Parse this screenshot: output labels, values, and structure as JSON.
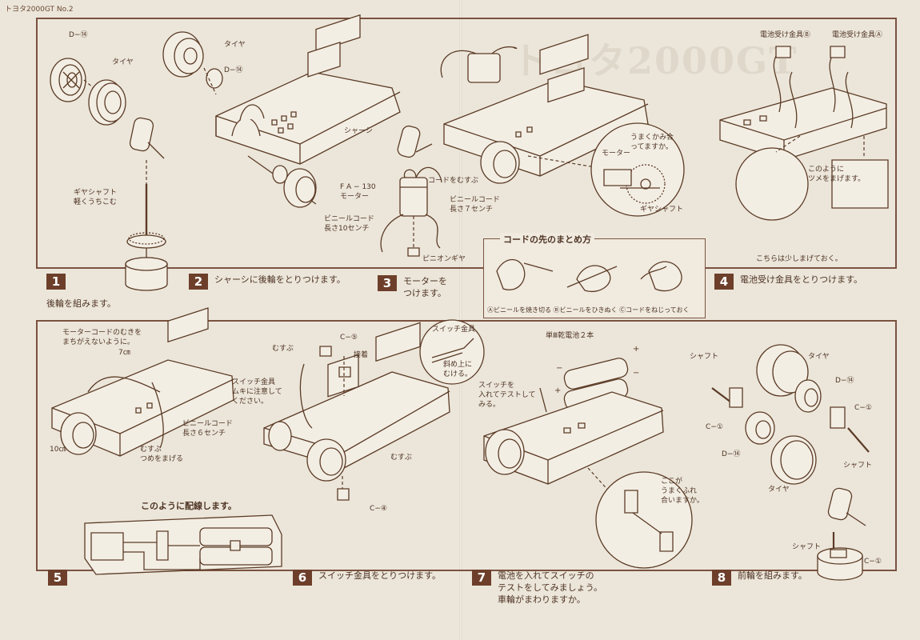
{
  "header": {
    "title": "トヨタ2000GT No.2"
  },
  "watermark": "トヨタ2000GT",
  "steps": [
    {
      "num": "1",
      "text": "後輪を組みます。"
    },
    {
      "num": "2",
      "text": "シャーシに後輪をとりつけます。"
    },
    {
      "num": "3",
      "text": "モーターを\nつけます。"
    },
    {
      "num": "4",
      "text": "電池受け金具をとりつけます。"
    },
    {
      "num": "5",
      "text": ""
    },
    {
      "num": "6",
      "text": "スイッチ金具をとりつけます。"
    },
    {
      "num": "7",
      "text": "電池を入れてスイッチの\nテストをしてみましょう。\n車輪がまわりますか。"
    },
    {
      "num": "8",
      "text": "前輪を組みます。"
    }
  ],
  "labels": {
    "s1_d14": "D−⑭",
    "s1_tire": "タイヤ",
    "s1_gear_shaft": "ギヤシャフト\n軽くうちこむ",
    "s2_tire": "タイヤ",
    "s2_d14": "D−⑭",
    "s2_chassis": "シャーシ",
    "s3_motor": "F A − 130\nモーター",
    "s3_tie_cord": "コードをむすぶ",
    "s3_vinyl_7": "ビニールコード\n長さ７センチ",
    "s3_vinyl_10": "ビニールコード\n長さ10センチ",
    "s3_pinion": "ピニオンギヤ",
    "s3_mesh_q": "うまくかみ合\nってますか。",
    "s3_motor2": "モーター",
    "s3_gear_shaft": "ギヤシャフト",
    "s4_holder_b": "電池受け金具Ⓑ",
    "s4_holder_a": "電池受け金具Ⓐ",
    "s4_bend_tab": "このように\nツメをまげます。",
    "s4_bend_little": "こちらは少しまげておく。",
    "s5_cord_dir": "モーターコードのむきを\nまちがえないように。",
    "s5_7cm": "7㎝",
    "s5_10cm": "10㎝",
    "s5_vinyl_6": "ビニールコード\n長さ６センチ",
    "s5_tie_bend": "むすぶ\nつめをまげる",
    "s6_tie": "むすぶ",
    "s6_c5": "C−⑤",
    "s6_glue": "接着",
    "s6_switch_note": "スイッチ金具\nムキに注意して\nください。",
    "s6_switch_plate": "スイッチ金具",
    "s6_bend_up": "斜め上に\nむける。",
    "s6_tie2": "むすぶ",
    "s6_c4": "C−④",
    "s7_battery": "単Ⅲ乾電池２本",
    "s7_switch_test": "スイッチを\n入れてテストして\nみる。",
    "s7_contact_q": "ここが\nうまくふれ\n合いますか。",
    "s8_shaft": "シャフト",
    "s8_tire": "タイヤ",
    "s8_d14": "D−⑭",
    "s8_c1": "C−①",
    "s8_c1b": "C−①",
    "s8_d14b": "D−⑭",
    "s8_shaft2": "シャフト",
    "s8_tire2": "タイヤ",
    "s8_shaft3": "シャフト",
    "s8_c1c": "C−①",
    "wiring_title": "このように配線します。"
  },
  "cord_guide": {
    "title": "コードの先のまとめ方",
    "caption": "Ⓐビニールを焼き切る Ⓑビニールをひきぬく Ⓒコードをねじっておく"
  },
  "icons": [
    "hammer-icon",
    "wheel-icon",
    "tire-icon",
    "chassis-icon",
    "motor-icon",
    "battery-icon",
    "switch-bracket-icon",
    "hand-icon",
    "gear-icon"
  ],
  "colors": {
    "ink": "#5b3b26",
    "paper": "#ece6da",
    "step_box": "#6d3f2a"
  }
}
